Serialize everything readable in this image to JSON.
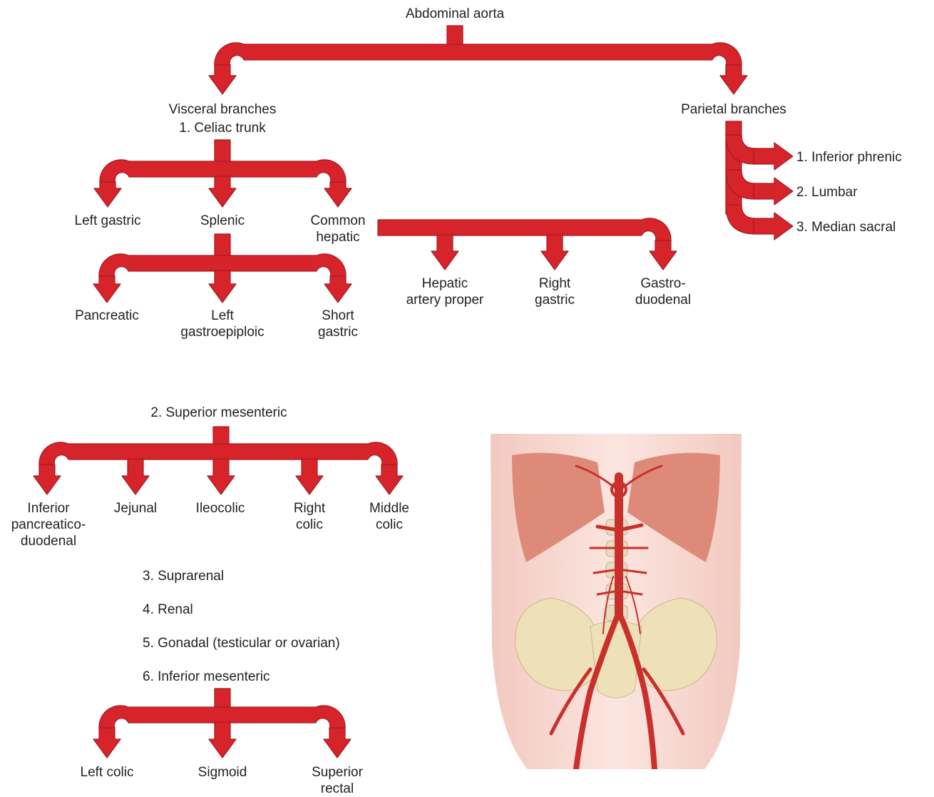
{
  "colors": {
    "arrow": "#d7232a",
    "arrow_edge": "#a51c22",
    "text": "#231f20"
  },
  "labels": {
    "abdominal_aorta": "Abdominal aorta",
    "visceral_branches": "Visceral branches",
    "celiac_trunk": "1. Celiac trunk",
    "parietal_branches": "Parietal branches",
    "inferior_phrenic": "1. Inferior phrenic",
    "lumbar": "2. Lumbar",
    "median_sacral": "3. Median sacral",
    "left_gastric": "Left gastric",
    "splenic": "Splenic",
    "common_hepatic": "Common\nhepatic",
    "hepatic_artery_proper": "Hepatic\nartery proper",
    "right_gastric": "Right\ngastric",
    "gastroduodenal": "Gastro-\nduodenal",
    "pancreatic": "Pancreatic",
    "left_gastroepiploic": "Left\ngastroepiploic",
    "short_gastric": "Short\ngastric",
    "superior_mesenteric": "2. Superior mesenteric",
    "inferior_pancreaticoduodenal": "Inferior\npancreatico-\nduodenal",
    "jejunal": "Jejunal",
    "ileocolic": "Ileocolic",
    "right_colic": "Right\ncolic",
    "middle_colic": "Middle\ncolic",
    "suprarenal": "3. Suprarenal",
    "renal": "4. Renal",
    "gonadal": "5. Gonadal (testicular or ovarian)",
    "inferior_mesenteric": "6. Inferior mesenteric",
    "left_colic": "Left colic",
    "sigmoid": "Sigmoid",
    "superior_rectal": "Superior\nrectal"
  },
  "illustration": {
    "subject": "anterior view of abdominal aorta and its branches"
  }
}
